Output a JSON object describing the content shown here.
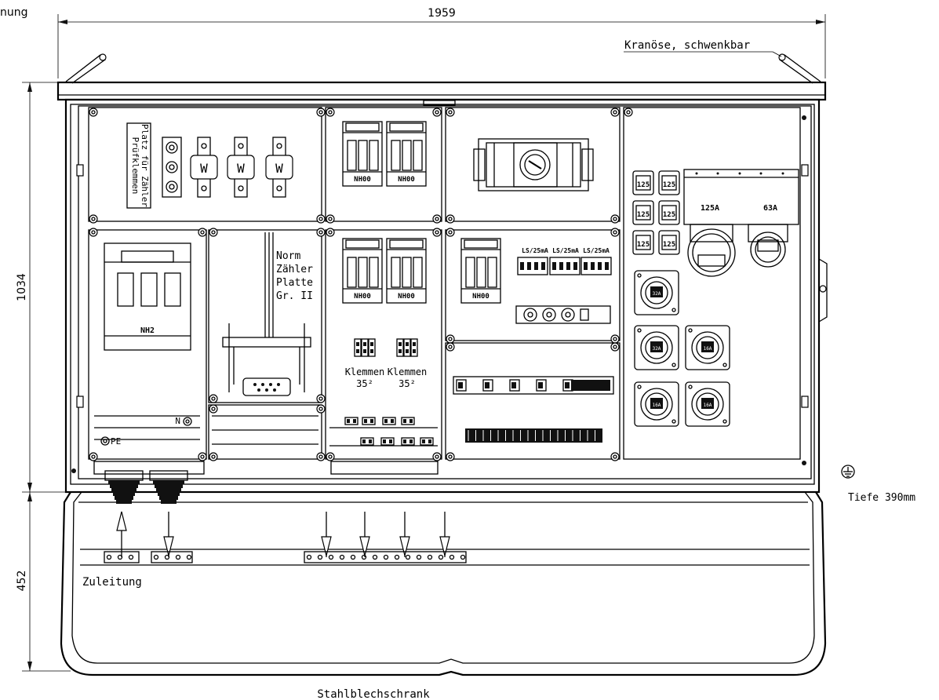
{
  "labels": {
    "corner_fragment": "nung",
    "width_dim": "1959",
    "height_upper_dim": "1034",
    "height_lower_dim": "452",
    "crane_eye": "Kranöse, schwenkbar",
    "depth": "Tiefe 390mm",
    "feed": "Zuleitung",
    "cabinet": "Stahlblechschrank"
  },
  "components": {
    "test_terminals_line1": "Platz für Zähler",
    "test_terminals_line2": "Prüfklemmen",
    "transformer_symbol": "W",
    "nh00": "NH00",
    "nh2": "NH2",
    "meter_plate_line1": "Norm",
    "meter_plate_line2": "Zähler",
    "meter_plate_line3": "Platte",
    "meter_plate_line4": "Gr. II",
    "terminals": "Klemmen",
    "terminal_size": "35²",
    "ls": "LS/25mA",
    "n_label": "N",
    "pe_label": "PE",
    "cee_125": "125A",
    "cee_63": "63A",
    "fuse_mark": "125",
    "socket_16": "16A",
    "socket_32": "32A"
  },
  "symbols": {
    "earth": "earth-ground-symbol"
  }
}
